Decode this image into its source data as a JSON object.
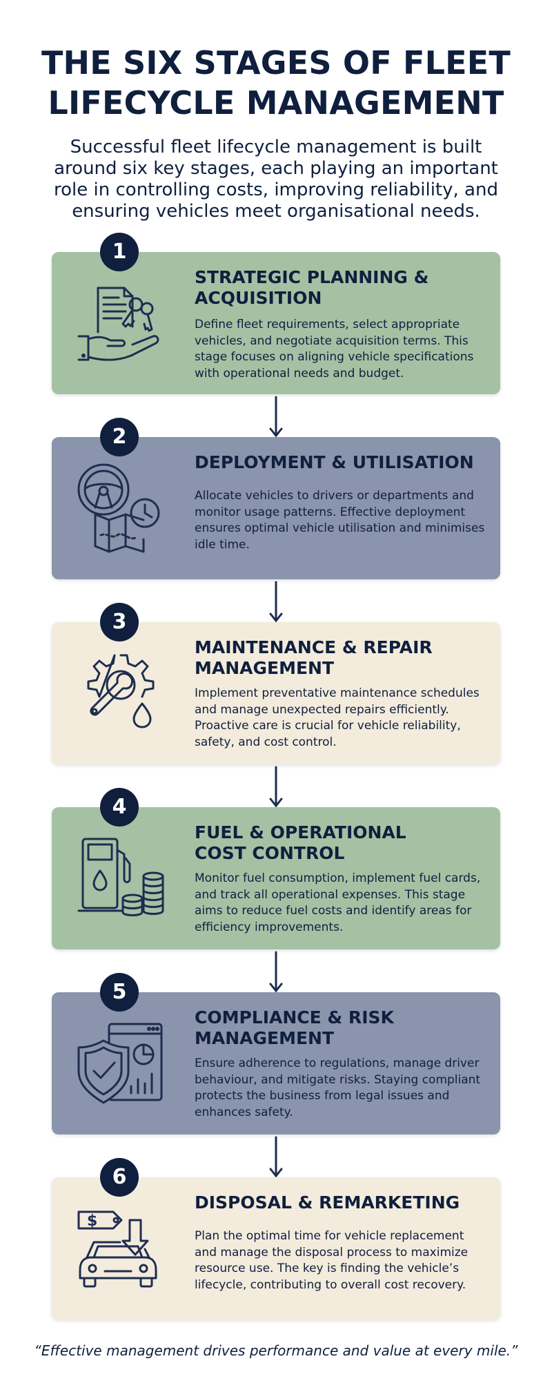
{
  "title": "THE SIX STAGES OF FLEET LIFECYCLE MANAGEMENT",
  "intro": "Successful fleet lifecycle management is built around six key stages, each playing an important role in controlling costs, improving reliability, and ensuring vehicles meet organisational needs.",
  "colors": {
    "navy": "#0f1f3d",
    "green": "#a4c1a4",
    "slate": "#8a94ac",
    "cream": "#f3ebdc"
  },
  "stages": [
    {
      "number": "1",
      "title": "STRATEGIC PLANNING &\nACQUISITION",
      "description": "Define fleet requirements, select appropriate vehicles, and negotiate acquisition terms. This stage focuses on aligning vehicle specifications with operational needs and budget.",
      "icon": "hand-document-keys-icon"
    },
    {
      "number": "2",
      "title": "DEPLOYMENT & UTILISATION",
      "description": "Allocate vehicles to drivers or departments and monitor usage patterns. Effective deployment ensures optimal vehicle utilisation and minimises idle time.",
      "icon": "steering-wheel-map-clock-icon"
    },
    {
      "number": "3",
      "title": "MAINTENANCE & REPAIR\nMANAGEMENT",
      "description": "Implement preventative maintenance schedules and manage unexpected repairs efficiently. Proactive care is crucial for vehicle reliability, safety, and cost control.",
      "icon": "gear-wrench-drop-icon"
    },
    {
      "number": "4",
      "title": "FUEL & OPERATIONAL\nCOST CONTROL",
      "description": "Monitor fuel consumption, implement fuel cards, and track all operational expenses. This stage aims to reduce fuel costs and identify areas for efficiency improvements.",
      "icon": "fuel-pump-coins-icon"
    },
    {
      "number": "5",
      "title": "COMPLIANCE & RISK\nMANAGEMENT",
      "description": "Ensure adherence to regulations, manage driver behaviour, and mitigate risks. Staying compliant protects the business from legal issues and enhances safety.",
      "icon": "shield-check-dashboard-icon"
    },
    {
      "number": "6",
      "title": "DISPOSAL & REMARKETING",
      "description": "Plan the optimal time for vehicle replacement and manage the disposal process to maximize resource use. The key is finding the vehicle’s lifecycle, contributing to overall cost recovery.",
      "icon": "car-price-tag-icon"
    }
  ],
  "quote": "“Effective management drives performance and value at every mile.”"
}
